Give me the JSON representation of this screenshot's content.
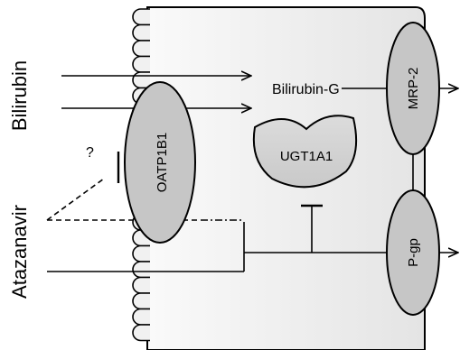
{
  "labels": {
    "bilirubin": "Bilirubin",
    "atazanavir": "Atazanavir",
    "question": "?",
    "bilirubin_g": "Bilirubin-G",
    "oatp": "OATP1B1",
    "ugt": "UGT1A1",
    "mrp2": "MRP-2",
    "pgp": "P-gp"
  },
  "colors": {
    "cell_fill_light": "#fafafa",
    "cell_fill_dark": "#e6e6e6",
    "transporter_fill": "#c6c6c6",
    "enzyme_fill": "#d2d2d2",
    "stroke": "#000000"
  }
}
